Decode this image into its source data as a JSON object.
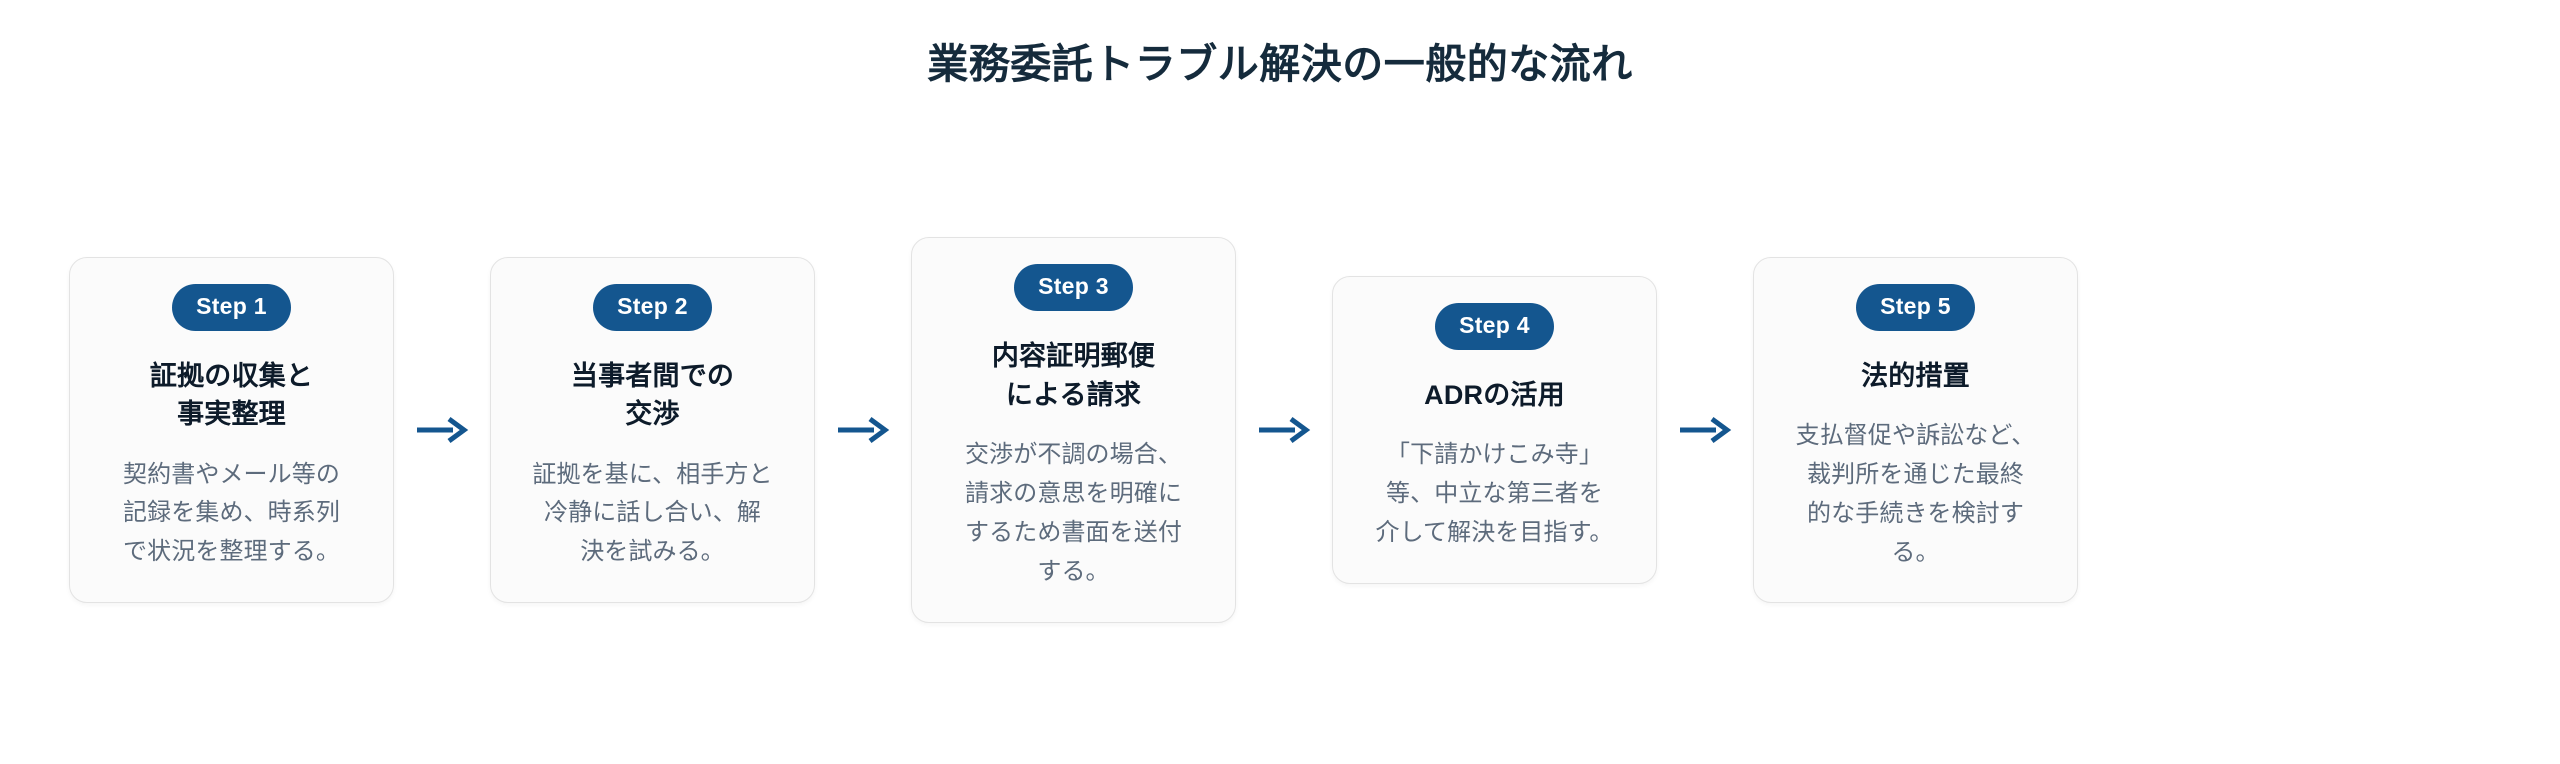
{
  "page": {
    "title": "業務委託トラブル解決の一般的な流れ",
    "background_color": "#ffffff",
    "title_color": "#152b3c",
    "accent_color": "#14568f",
    "card_bg_color": "#fbfbfb",
    "card_border_color": "#e3e3e3",
    "body_text_color": "#5d6b7c"
  },
  "connector": {
    "icon": "arrow-right-icon",
    "glyph": "→",
    "color": "#14568f",
    "count": 4
  },
  "steps": [
    {
      "badge": "Step 1",
      "title": "証拠の収集と\n事実整理",
      "title_lines": [
        "証拠の収集と",
        "事実整理"
      ],
      "description": "契約書やメール等の記録を集め、時系列で状況を整理する。",
      "description_lines": [
        "契約書やメール等の",
        "記録を集め、時系列",
        "で状況を整理する。"
      ]
    },
    {
      "badge": "Step 2",
      "title": "当事者間での\n交渉",
      "title_lines": [
        "当事者間での",
        "交渉"
      ],
      "description": "証拠を基に、相手方と冷静に話し合い、解決を試みる。",
      "description_lines": [
        "証拠を基に、相手方と",
        "冷静に話し合い、解",
        "決を試みる。"
      ]
    },
    {
      "badge": "Step 3",
      "title": "内容証明郵便\nによる請求",
      "title_lines": [
        "内容証明郵便",
        "による請求"
      ],
      "description": "交渉が不調の場合、請求の意思を明確にするため書面を送付する。",
      "description_lines": [
        "交渉が不調の場合、",
        "請求の意思を明確に",
        "するため書面を送付",
        "する。"
      ]
    },
    {
      "badge": "Step 4",
      "title": "ADRの活用",
      "title_lines": [
        "ADRの活用"
      ],
      "description": "「下請かけこみ寺」等、中立な第三者を介して解決を目指す。",
      "description_lines": [
        "「下請かけこみ寺」",
        "等、中立な第三者を",
        "介して解決を目指す。"
      ]
    },
    {
      "badge": "Step 5",
      "title": "法的措置",
      "title_lines": [
        "法的措置"
      ],
      "description": "支払督促や訴訟など、裁判所を通じた最終的な手続きを検討する。",
      "description_lines": [
        "支払督促や訴訟など、",
        "裁判所を通じた最終",
        "的な手続きを検討す",
        "る。"
      ]
    }
  ]
}
